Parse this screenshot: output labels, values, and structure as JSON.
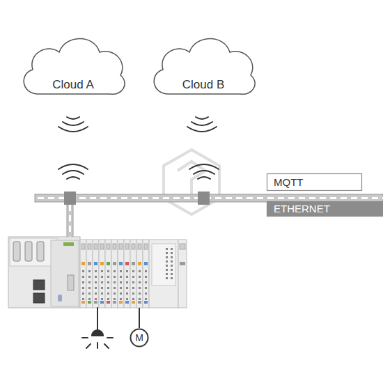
{
  "diagram": {
    "nodes": [
      {
        "text": [
          "Cloud A"
        ]
      },
      {
        "text": [
          "Cloud B"
        ]
      },
      {
        "text": [
          "MQTT"
        ]
      },
      {
        "text": [
          "ETHERNET"
        ]
      },
      {
        "text": [
          "M"
        ]
      }
    ]
  }
}
